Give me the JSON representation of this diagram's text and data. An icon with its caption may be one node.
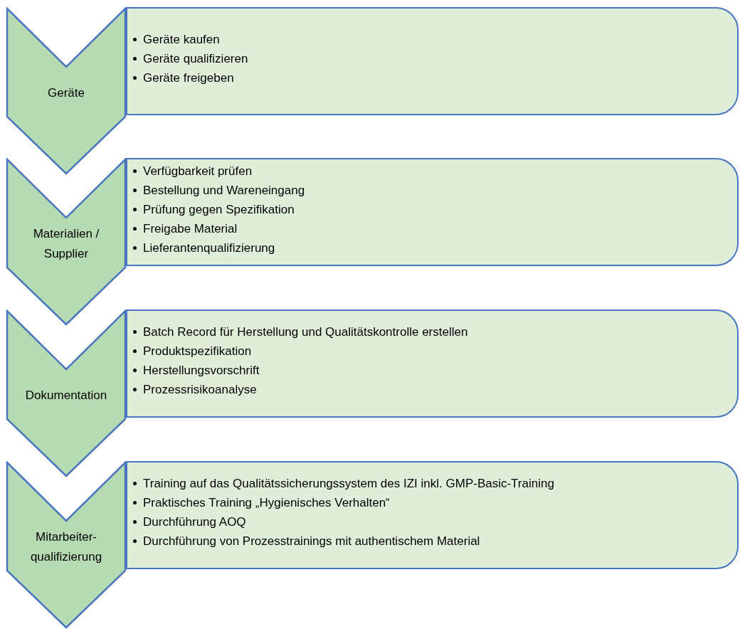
{
  "diagram": {
    "nodes": [
      {
        "text": [
          "Geräte"
        ]
      },
      {
        "text": [
          "Geräte kaufen",
          "Geräte qualifizieren",
          "Geräte freigeben"
        ]
      },
      {
        "text": [
          "Materialien / Supplier"
        ]
      },
      {
        "text": [
          "Verfügbarkeit prüfen",
          "Bestellung und Wareneingang",
          "Prüfung gegen Spezifikation",
          "Freigabe Material",
          "Lieferantenqualifizierung"
        ]
      },
      {
        "text": [
          "Dokumentation"
        ]
      },
      {
        "text": [
          "Batch Record für Herstellung und Qualitätskontrolle erstellen",
          "Produktspezifikation",
          "Herstellungsvorschrift",
          "Prozessrisikoanalyse"
        ]
      },
      {
        "text": [
          "Mitarbeiter- qualifizierung"
        ]
      },
      {
        "text": [
          "Training auf das Qualitätssicherungssystem des IZI inkl. GMP-Basic-Training",
          "Praktisches Training „Hygienisches Verhalten“",
          "Durchführung AOQ",
          "Durchführung von Prozesstrainings mit authentischem Material"
        ]
      }
    ]
  }
}
